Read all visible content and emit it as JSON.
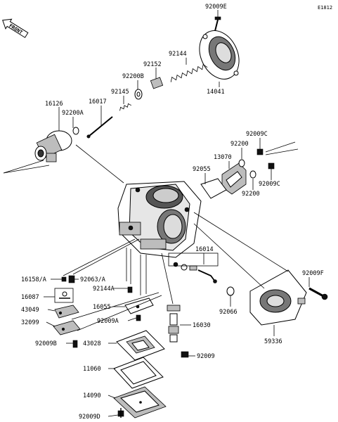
{
  "figure_code": "E1812",
  "front_label": "FRONT",
  "callouts": [
    {
      "id": "92009E",
      "label": "92009E"
    },
    {
      "id": "92144",
      "label": "92144"
    },
    {
      "id": "92152",
      "label": "92152"
    },
    {
      "id": "92200B",
      "label": "92200B"
    },
    {
      "id": "92145",
      "label": "92145"
    },
    {
      "id": "14041",
      "label": "14041"
    },
    {
      "id": "16017",
      "label": "16017"
    },
    {
      "id": "16126",
      "label": "16126"
    },
    {
      "id": "92200A",
      "label": "92200A"
    },
    {
      "id": "92009C-top",
      "label": "92009C"
    },
    {
      "id": "92200-top",
      "label": "92200"
    },
    {
      "id": "13070",
      "label": "13070"
    },
    {
      "id": "92055",
      "label": "92055"
    },
    {
      "id": "92009C-bottom",
      "label": "92009C"
    },
    {
      "id": "92200-bottom",
      "label": "92200"
    },
    {
      "id": "16014",
      "label": "16014"
    },
    {
      "id": "16158A",
      "label": "16158/A"
    },
    {
      "id": "92063A",
      "label": "92063/A"
    },
    {
      "id": "92009F",
      "label": "92009F"
    },
    {
      "id": "16087",
      "label": "16087"
    },
    {
      "id": "92144A",
      "label": "92144A"
    },
    {
      "id": "43049",
      "label": "43049"
    },
    {
      "id": "16055",
      "label": "16055"
    },
    {
      "id": "92066",
      "label": "92066"
    },
    {
      "id": "32099",
      "label": "32099"
    },
    {
      "id": "92009A",
      "label": "92009A"
    },
    {
      "id": "16030",
      "label": "16030"
    },
    {
      "id": "59336",
      "label": "59336"
    },
    {
      "id": "92009B",
      "label": "92009B"
    },
    {
      "id": "43028",
      "label": "43028"
    },
    {
      "id": "92009",
      "label": "92009"
    },
    {
      "id": "11060",
      "label": "11060"
    },
    {
      "id": "14090",
      "label": "14090"
    },
    {
      "id": "92009D",
      "label": "92009D"
    }
  ]
}
